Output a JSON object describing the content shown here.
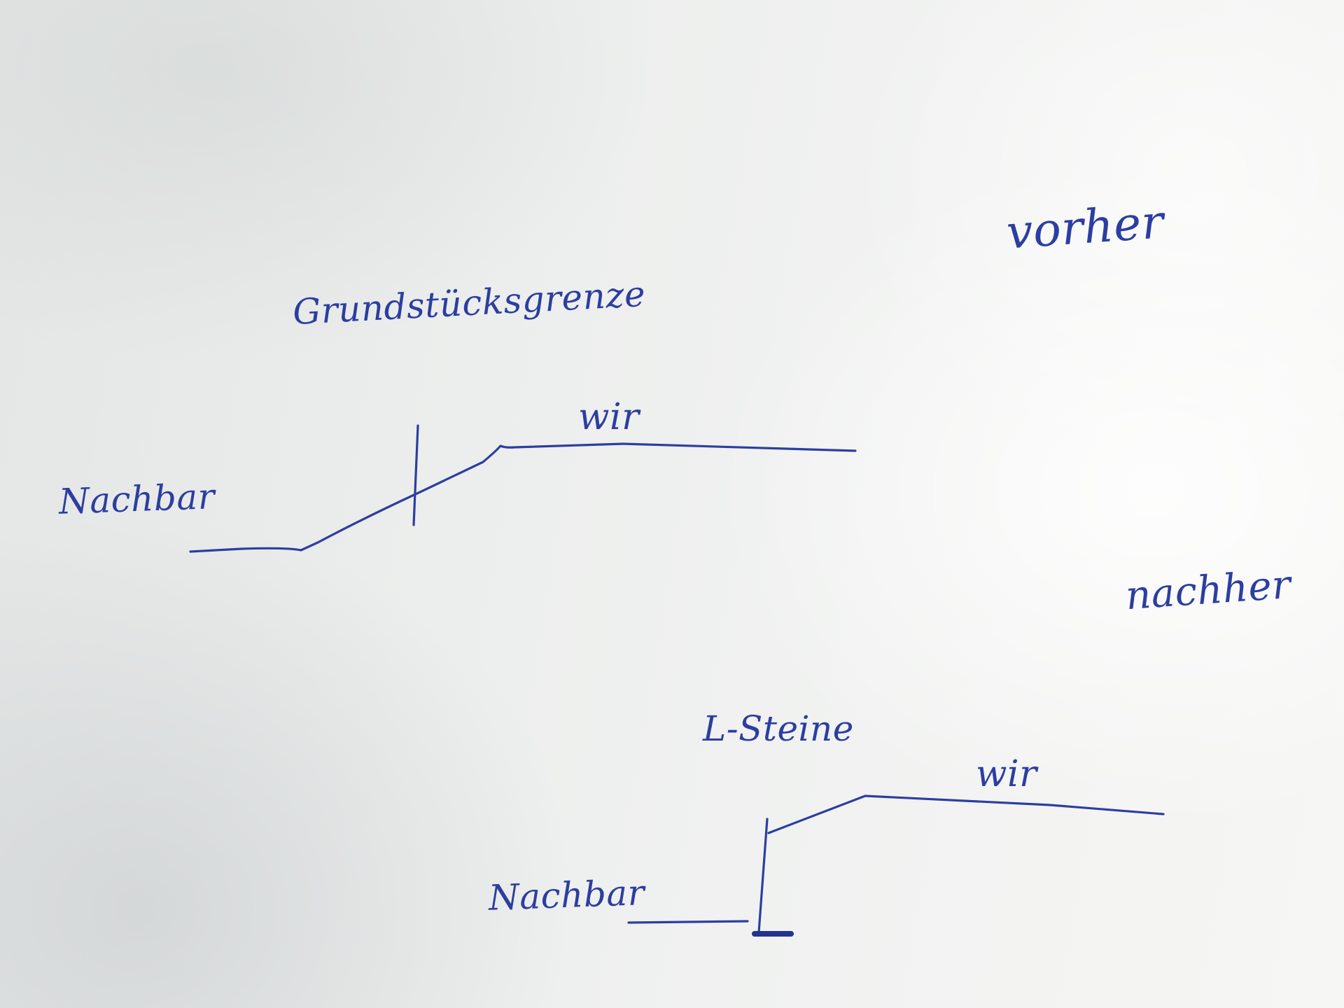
{
  "labels": {
    "vorher": "vorher",
    "grundstuecksgrenze": "Grundstücksgrenze",
    "wir_before": "wir",
    "nachbar_before": "Nachbar",
    "nachher": "nachher",
    "l_steine": "L-Steine",
    "wir_after": "wir",
    "nachbar_after": "Nachbar"
  },
  "colors": {
    "ink": "#2c3ea0",
    "paper": "#eef0ef"
  }
}
